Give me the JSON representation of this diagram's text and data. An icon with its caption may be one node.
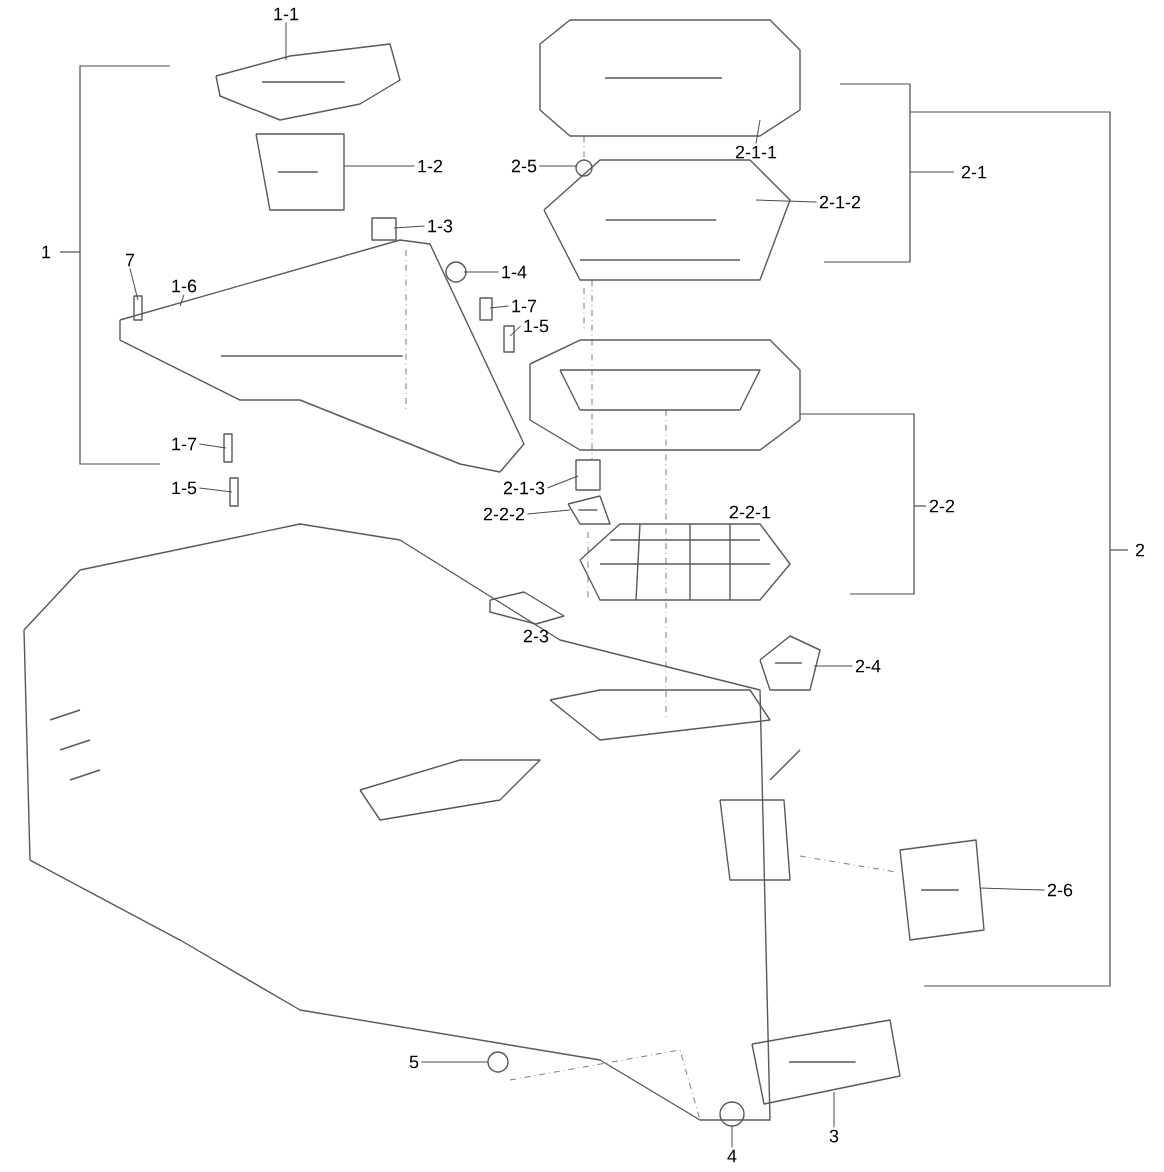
{
  "diagram": {
    "nodes": [
      {
        "text": [
          "1-1"
        ]
      },
      {
        "text": [
          "1-2"
        ]
      },
      {
        "text": [
          "1-3"
        ]
      },
      {
        "text": [
          "1-4"
        ]
      },
      {
        "text": [
          "1-7"
        ]
      },
      {
        "text": [
          "1-5"
        ]
      },
      {
        "text": [
          "7"
        ]
      },
      {
        "text": [
          "1-6"
        ]
      },
      {
        "text": [
          "1-7"
        ]
      },
      {
        "text": [
          "1-5"
        ]
      },
      {
        "text": [
          "2-5"
        ]
      },
      {
        "text": [
          "2-1-1"
        ]
      },
      {
        "text": [
          "2-1-2"
        ]
      },
      {
        "text": [
          "2-1-3"
        ]
      },
      {
        "text": [
          "2-2-2"
        ]
      },
      {
        "text": [
          "2-4"
        ]
      },
      {
        "text": [
          "2-6"
        ]
      },
      {
        "text": [
          "5"
        ]
      },
      {
        "text": [
          "4"
        ]
      },
      {
        "text": [
          "3"
        ]
      },
      {
        "text": [],
        "shape": "picture"
      },
      {
        "text": [],
        "shape": "picture"
      },
      {
        "text": [],
        "shape": "box"
      },
      {
        "text": [],
        "shape": "circle"
      },
      {
        "text": [],
        "shape": "box"
      },
      {
        "text": [],
        "shape": "box"
      },
      {
        "text": [],
        "shape": "box"
      },
      {
        "text": [],
        "shape": "picture"
      },
      {
        "text": [],
        "shape": "box"
      },
      {
        "text": [],
        "shape": "box"
      },
      {
        "text": [],
        "shape": "circle"
      },
      {
        "text": [],
        "shape": "picture"
      },
      {
        "text": [],
        "shape": "picture"
      },
      {
        "text": [],
        "shape": "box"
      },
      {
        "text": [],
        "shape": "picture"
      },
      {
        "text": [],
        "shape": "picture"
      },
      {
        "text": [],
        "shape": "picture"
      },
      {
        "text": [],
        "shape": "circle"
      },
      {
        "text": [],
        "shape": "circle"
      },
      {
        "text": [],
        "shape": "picture"
      }
    ],
    "edges": [
      {
        "from": 0,
        "to": 20,
        "arrow": "none"
      },
      {
        "from": 1,
        "to": 21,
        "arrow": "none"
      },
      {
        "from": 2,
        "to": 22,
        "arrow": "none"
      },
      {
        "from": 3,
        "to": 23,
        "arrow": "none"
      },
      {
        "from": 4,
        "to": 24,
        "arrow": "none"
      },
      {
        "from": 5,
        "to": 25,
        "arrow": "none"
      },
      {
        "from": 6,
        "to": 26,
        "arrow": "none"
      },
      {
        "from": 7,
        "to": 27,
        "arrow": "none"
      },
      {
        "from": 8,
        "to": 28,
        "arrow": "none"
      },
      {
        "from": 9,
        "to": 29,
        "arrow": "none"
      },
      {
        "from": 10,
        "to": 30,
        "arrow": "none"
      },
      {
        "from": 11,
        "to": 31,
        "arrow": "none"
      },
      {
        "from": 12,
        "to": 32,
        "arrow": "none"
      },
      {
        "from": 13,
        "to": 33,
        "arrow": "none"
      },
      {
        "from": 14,
        "to": 34,
        "arrow": "none"
      },
      {
        "from": 15,
        "to": 35,
        "arrow": "none"
      },
      {
        "from": 16,
        "to": 36,
        "arrow": "none"
      },
      {
        "from": 17,
        "to": 37,
        "arrow": "none"
      },
      {
        "from": 18,
        "to": 38,
        "arrow": "none"
      },
      {
        "from": 19,
        "to": 39,
        "arrow": "none"
      },
      {
        "from": 31,
        "to": 32,
        "arrow": "none",
        "style": "dashed"
      },
      {
        "from": 32,
        "to": 33,
        "arrow": "none",
        "style": "dashed"
      }
    ],
    "labels": [
      "1",
      "2-1",
      "2-2-1",
      "2-2",
      "2-3",
      "2"
    ]
  }
}
